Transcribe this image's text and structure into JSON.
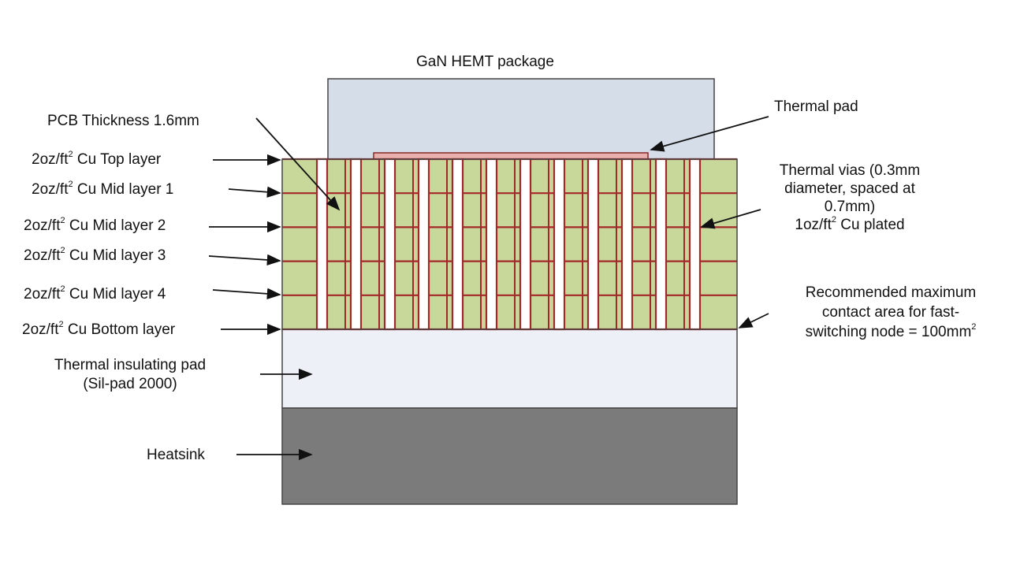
{
  "title": "GaN HEMT package",
  "labels": {
    "pcb_thickness": "PCB Thickness 1.6mm",
    "thermal_pad": "Thermal pad",
    "top_layer": {
      "pre": "2oz/ft",
      "sup": "2",
      "post": " Cu Top layer"
    },
    "mid1": {
      "pre": "2oz/ft",
      "sup": "2",
      "post": " Cu Mid layer 1"
    },
    "mid2": {
      "pre": "2oz/ft",
      "sup": "2",
      "post": " Cu Mid layer 2"
    },
    "mid3": {
      "pre": "2oz/ft",
      "sup": "2",
      "post": " Cu Mid layer 3"
    },
    "mid4": {
      "pre": "2oz/ft",
      "sup": "2",
      "post": " Cu Mid layer 4"
    },
    "bottom": {
      "pre": "2oz/ft",
      "sup": "2",
      "post": " Cu Bottom layer"
    },
    "vias": {
      "l1": "Thermal vias (0.3mm",
      "l2": "diameter, spaced at",
      "l3": "0.7mm)",
      "l4pre": "1oz/ft",
      "l4sup": "2",
      "l4post": " Cu plated"
    },
    "contact": {
      "l1": "Recommended maximum",
      "l2": "contact area for fast-",
      "l3pre": "switching node = 100mm",
      "l3sup": "2"
    },
    "insulating": {
      "l1": "Thermal insulating pad",
      "l2": "(Sil-pad 2000)"
    },
    "heatsink": "Heatsink"
  },
  "colors": {
    "package": "#d5dde9",
    "pcb": "#c8d89a",
    "copper": "#a3282a",
    "insulator": "#eef0f8",
    "heatsink": "#7b7b7b"
  }
}
